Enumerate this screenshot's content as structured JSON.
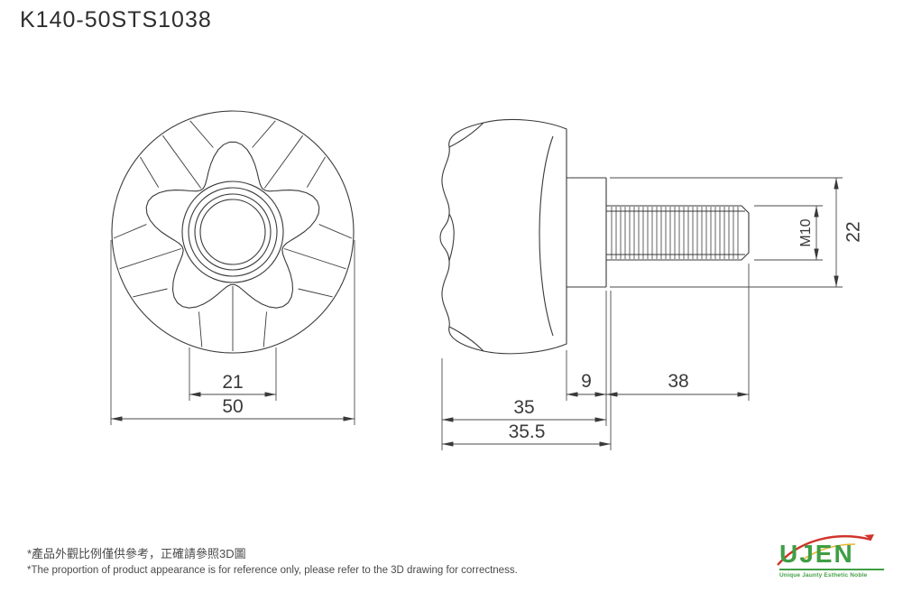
{
  "title": "K140-50STS1038",
  "front_view": {
    "dim_hub": "21",
    "dim_outer": "50"
  },
  "side_view": {
    "dim_neck": "9",
    "dim_thread": "38",
    "dim_body": "35",
    "dim_overall": "35.5",
    "thread_spec": "M10",
    "dim_dia": "22"
  },
  "footer": {
    "note_zh": "*產品外觀比例僅供參考，正確請參照3D圖",
    "note_en": "*The proportion of product appearance is for reference only, please refer to the 3D drawing for correctness."
  },
  "logo": {
    "name": "UJEN",
    "tagline": "Unique Jaunty Esthetic Noble",
    "brand_green": "#3f9e44",
    "accent_red": "#d0342c"
  },
  "colors": {
    "line": "#3a3a3a",
    "text": "#3a3a3a",
    "background": "#ffffff"
  }
}
